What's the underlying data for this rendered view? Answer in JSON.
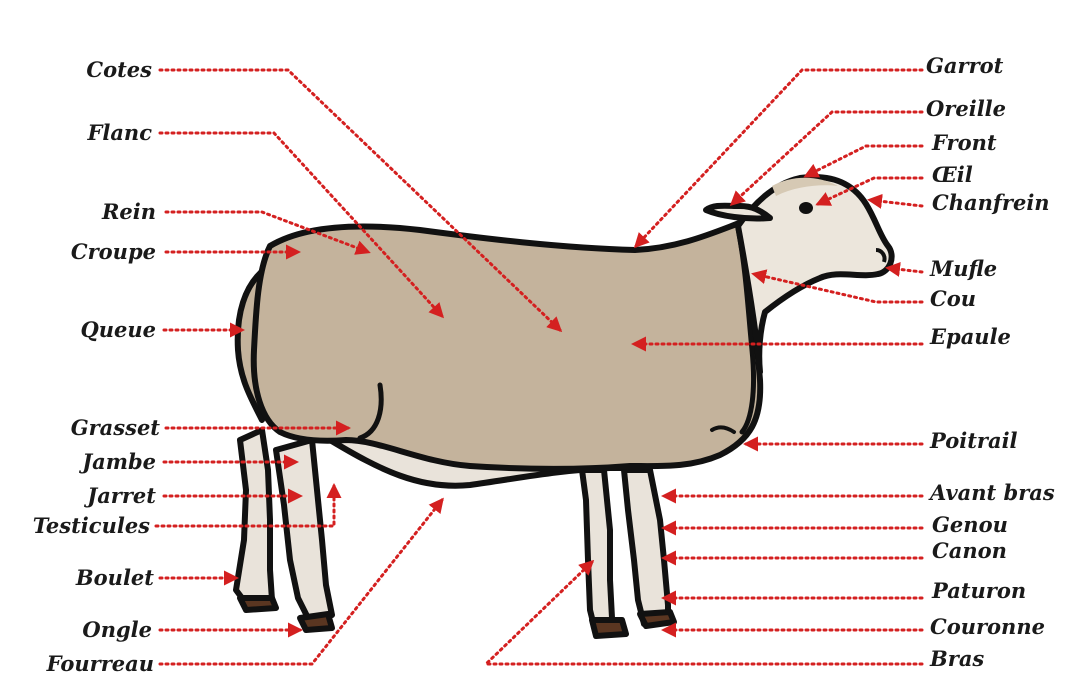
{
  "labels": {
    "cotes": "Cotes",
    "flanc": "Flanc",
    "rein": "Rein",
    "croupe": "Croupe",
    "queue": "Queue",
    "grasset": "Grasset",
    "jambe": "Jambe",
    "jarret": "Jarret",
    "testicules": "Testicules",
    "boulet": "Boulet",
    "ongle": "Ongle",
    "fourreau": "Fourreau",
    "garrot": "Garrot",
    "oreille": "Oreille",
    "front": "Front",
    "oeil": "Œil",
    "chanfrein": "Chanfrein",
    "mufle": "Mufle",
    "cou": "Cou",
    "epaule": "Epaule",
    "poitrail": "Poitrail",
    "avant_bras": "Avant bras",
    "genou": "Genou",
    "canon": "Canon",
    "paturon": "Paturon",
    "couronne": "Couronne",
    "bras": "Bras"
  },
  "colors": {
    "body_fill": "#c4b39c",
    "leg_fill": "#e9e3da",
    "head_fill": "#ece6dc",
    "hoof_fill": "#5a3621",
    "outline": "#111111",
    "leader": "#d42020"
  }
}
